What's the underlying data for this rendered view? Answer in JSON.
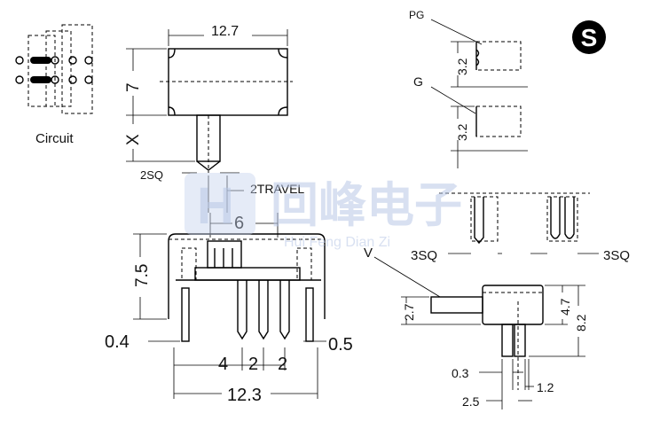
{
  "labels": {
    "circuit": "Circuit",
    "dim_12_7": "12.7",
    "dim_7": "7",
    "dim_x": "X",
    "dim_2sq": "2SQ",
    "dim_2travel": "2TRAVEL",
    "dim_6": "6",
    "dim_7_5": "7.5",
    "dim_0_4": "0.4",
    "dim_0_5": "0.5",
    "dim_4": "4",
    "dim_2a": "2",
    "dim_2b": "2",
    "dim_12_3": "12.3",
    "pg": "PG",
    "g": "G",
    "dim_3_2a": "3.2",
    "dim_3_2b": "3.2",
    "dim_3sq_a": "3SQ",
    "dim_3sq_b": "3SQ",
    "v": "V",
    "dim_2_7": "2.7",
    "dim_4_7": "4.7",
    "dim_8_2": "8.2",
    "dim_0_3": "0.3",
    "dim_1_2": "1.2",
    "dim_2_5": "2.5"
  },
  "safety_mark": "S",
  "watermark": {
    "logo_glyph": "H",
    "cn": "回峰电子",
    "en": "Hui Feng Dian Zi"
  }
}
